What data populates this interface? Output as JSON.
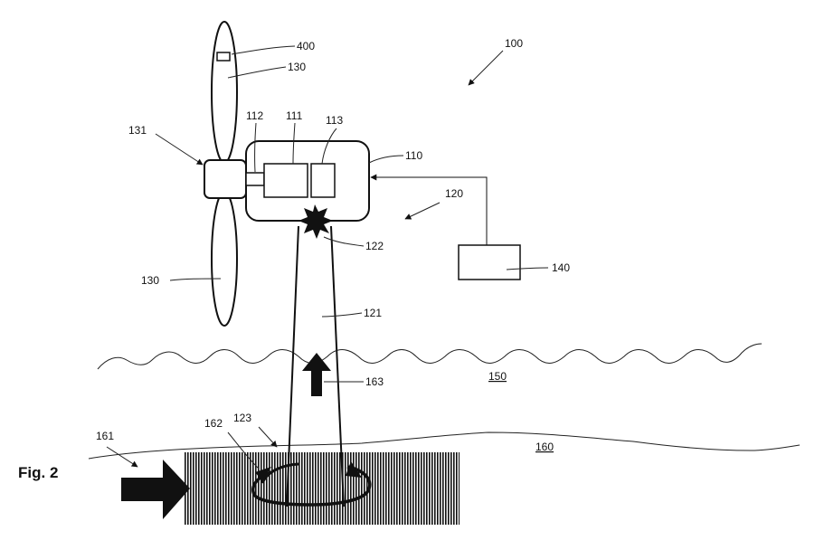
{
  "figure_label": "Fig. 2",
  "labels": {
    "l100": "100",
    "l110": "110",
    "l111": "111",
    "l112": "112",
    "l113": "113",
    "l120": "120",
    "l121": "121",
    "l122": "122",
    "l123": "123",
    "l130_top": "130",
    "l130_bottom": "130",
    "l131": "131",
    "l140": "140",
    "l150": "150",
    "l160": "160",
    "l161": "161",
    "l162": "162",
    "l163": "163",
    "l400": "400"
  }
}
